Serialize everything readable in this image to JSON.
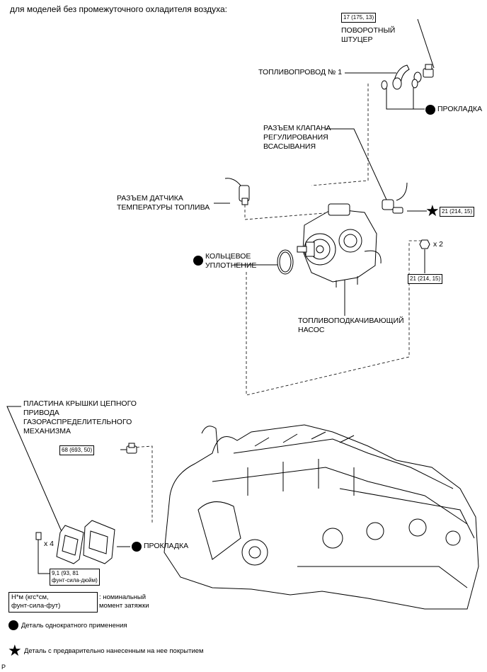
{
  "heading": "для моделей без промежуточного охладителя воздуха:",
  "labels": {
    "union_torque": "17 (175, 13)",
    "union": "ПОВОРОТНЫЙ\nШТУЦЕР",
    "fuel_pipe": "ТОПЛИВОПРОВОД № 1",
    "gasket_top": "ПРОКЛАДКА",
    "suction_valve_connector": "РАЗЪЕМ КЛАПАНА\nРЕГУЛИРОВАНИЯ\nВСАСЫВАНИЯ",
    "fuel_temp_connector": "РАЗЪЕМ ДАТЧИКА\nТЕМПЕРАТУРЫ ТОПЛИВА",
    "bolt_torque": "21 (214, 15)",
    "nut_qty": "x 2",
    "nut_torque": "21 (214, 15)",
    "o_ring": "КОЛЬЦЕВОЕ\nУПЛОТНЕНИЕ",
    "pump": "ТОПЛИВОПОДКАЧИВАЮЩИЙ\nНАСОС",
    "chain_cover_plate": "ПЛАСТИНА КРЫШКИ ЦЕПНОГО\nПРИВОДА\nГАЗОРАСПРЕДЕЛИТЕЛЬНОГО\nМЕХАНИЗМА",
    "plug_torque": "68 (693, 50)",
    "bolt_qty": "x 4",
    "gasket_bottom": "ПРОКЛАДКА",
    "plate_bolt_torque": "9,1 (93, 81\nфунт-сила-дюйм)"
  },
  "legend": {
    "unit_box": "Н*м (кгс*см,\nфунт-сила-фут)",
    "unit_desc": ": номинальный\nмомент затяжки",
    "non_reusable": "Деталь однократного применения",
    "precoated": "Деталь с предварительно нанесенным на нее покрытием"
  },
  "footer_mark": "P"
}
